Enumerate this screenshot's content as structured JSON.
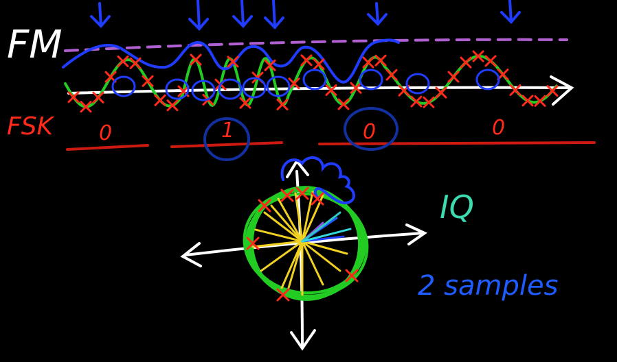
{
  "labels": {
    "fm": "FM",
    "fsk": "FSK",
    "iq": "IQ",
    "samples": "2 samples"
  },
  "bits": [
    "0",
    "1",
    "0",
    "0"
  ],
  "colors": {
    "background": "#000000",
    "fm_text": "#ffffff",
    "fsk_text": "#ff2a1a",
    "iq_text": "#3ddcb0",
    "samples_text": "#1f5cff",
    "sine_wave": "#22cc22",
    "sample_marks": "#ff2a1a",
    "envelope": "#1f3cff",
    "threshold_dash": "#b060d0",
    "circle": "#22cc22",
    "vectors": "#f0d020"
  },
  "icons": [
    "down-arrow-icon",
    "axis-arrow-icon",
    "sample-x-mark-icon",
    "sample-circle-icon"
  ]
}
